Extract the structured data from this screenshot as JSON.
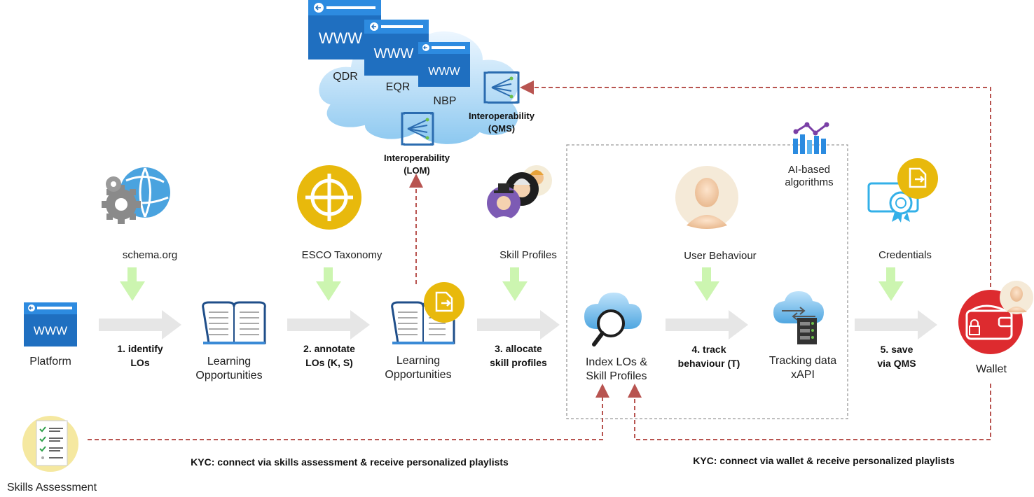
{
  "cloud": {
    "sites": [
      {
        "name": "QDR",
        "icon_text": "WWW"
      },
      {
        "name": "EQR",
        "icon_text": "WWW"
      },
      {
        "name": "NBP",
        "icon_text": "WWW"
      }
    ]
  },
  "interop_qms": {
    "line1": "Interoperability",
    "line2": "(QMS)"
  },
  "interop_lom": {
    "line1": "Interoperability",
    "line2": "(LOM)"
  },
  "sources": {
    "schema": "schema.org",
    "esco": "ESCO Taxonomy",
    "skill_profiles": "Skill Profiles",
    "user_behaviour": "User Behaviour",
    "credentials": "Credentials",
    "ai": {
      "line1": "AI-based",
      "line2": "algorithms"
    }
  },
  "nodes": {
    "platform": {
      "label": "Platform",
      "icon_text": "WWW"
    },
    "lo1": {
      "line1": "Learning",
      "line2": "Opportunities"
    },
    "lo2": {
      "line1": "Learning",
      "line2": "Opportunities"
    },
    "index": {
      "line1": "Index LOs &",
      "line2": "Skill Profiles"
    },
    "tracking": {
      "line1": "Tracking data",
      "line2": "xAPI"
    },
    "wallet": {
      "label": "Wallet"
    },
    "skills_assessment": {
      "label": "Skills Assessment"
    }
  },
  "steps": [
    {
      "line1": "1. identify",
      "line2": "LOs"
    },
    {
      "line1": "2. annotate",
      "line2": "LOs (K, S)"
    },
    {
      "line1": "3. allocate",
      "line2": "skill profiles"
    },
    {
      "line1": "4. track",
      "line2": "behaviour (T)"
    },
    {
      "line1": "5. save",
      "line2": "via QMS"
    }
  ],
  "kyc": {
    "assessment": "KYC: connect via skills assessment & receive personalized playlists",
    "wallet": "KYC: connect via wallet & receive personalized playlists"
  },
  "colors": {
    "gray_arrow": "#e6e6e6",
    "green_arrow": "#ccf5b0",
    "dashed_red": "#b85450",
    "web_blue": "#1f6fc0",
    "gold": "#e8b90c",
    "wallet_red": "#dd2b2f",
    "sky": "#8cc8f0"
  }
}
